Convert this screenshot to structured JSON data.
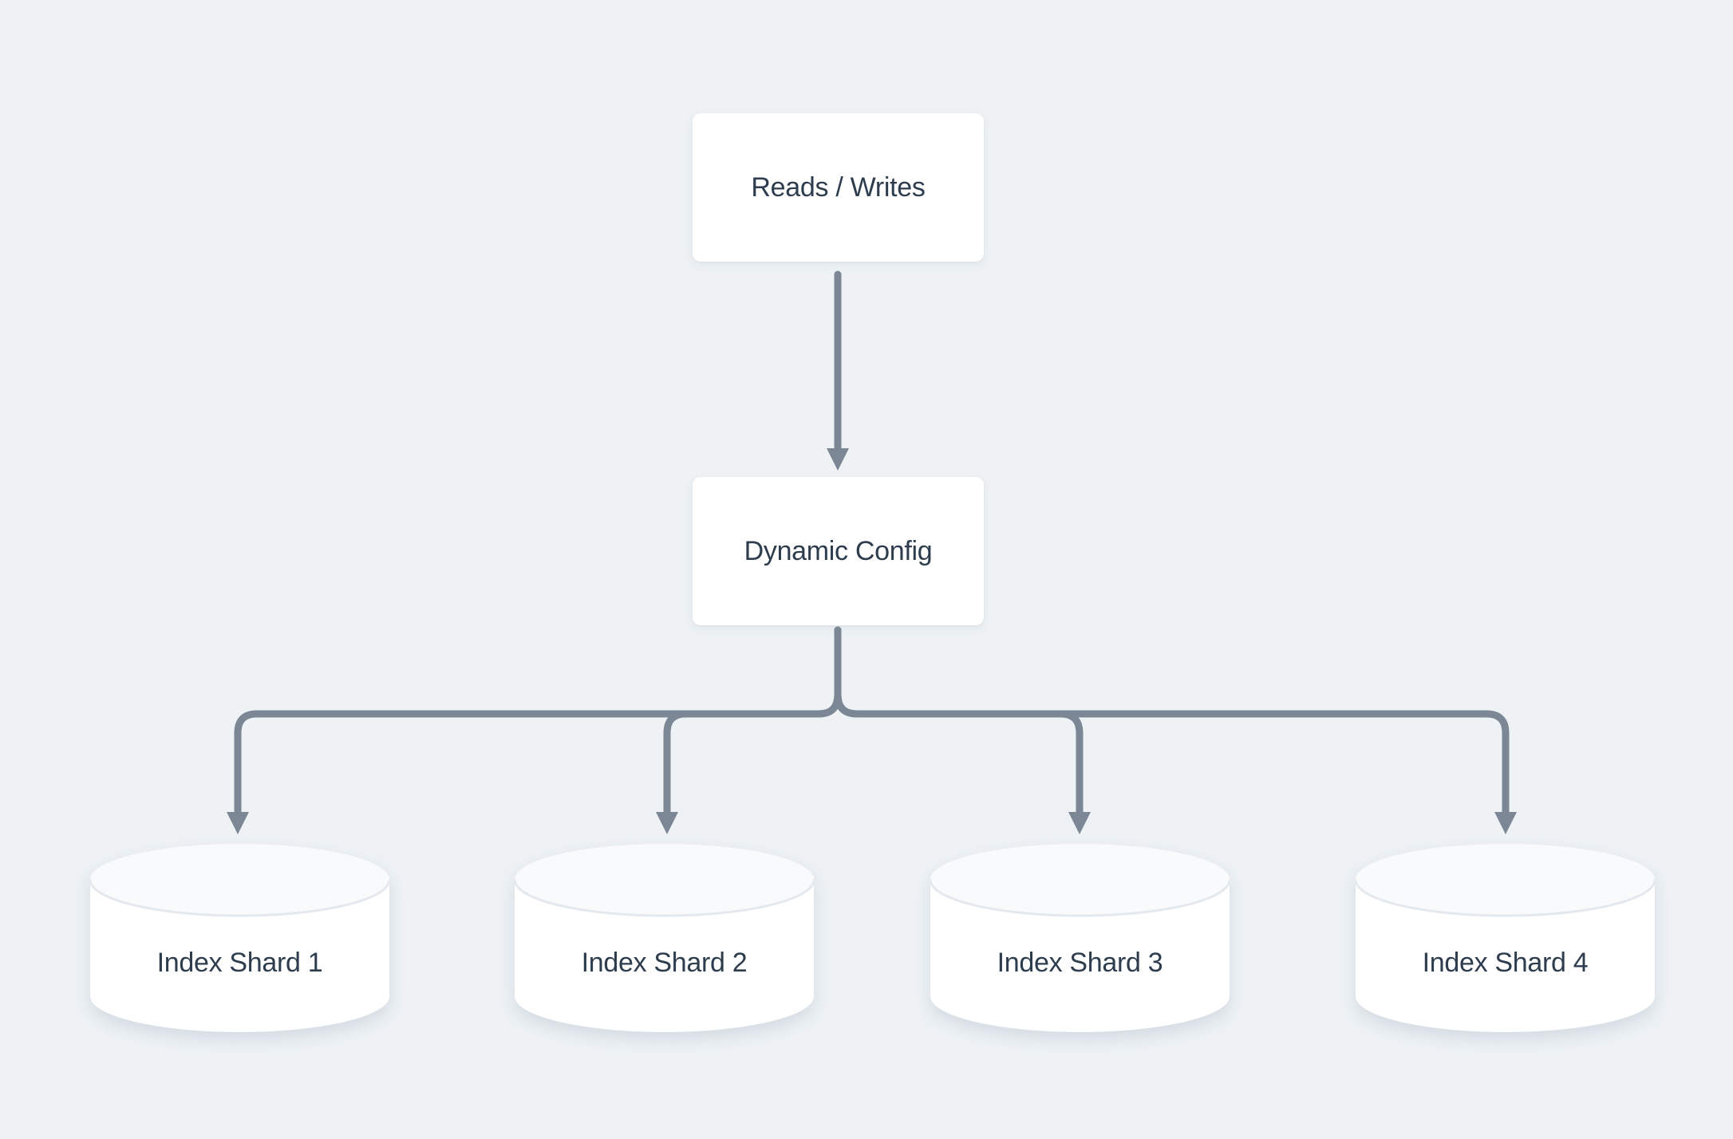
{
  "diagram": {
    "nodes": {
      "reads_writes": {
        "label": "Reads / Writes",
        "shape": "rectangle"
      },
      "dynamic_config": {
        "label": "Dynamic Config",
        "shape": "rectangle"
      },
      "shards": [
        {
          "label": "Index Shard 1",
          "shape": "cylinder"
        },
        {
          "label": "Index Shard 2",
          "shape": "cylinder"
        },
        {
          "label": "Index Shard 3",
          "shape": "cylinder"
        },
        {
          "label": "Index Shard 4",
          "shape": "cylinder"
        }
      ]
    },
    "edges": [
      {
        "from": "Reads / Writes",
        "to": "Dynamic Config"
      },
      {
        "from": "Dynamic Config",
        "to": "Index Shard 1"
      },
      {
        "from": "Dynamic Config",
        "to": "Index Shard 2"
      },
      {
        "from": "Dynamic Config",
        "to": "Index Shard 3"
      },
      {
        "from": "Dynamic Config",
        "to": "Index Shard 4"
      }
    ],
    "colors": {
      "background": "#eef2f5",
      "node_fill": "#ffffff",
      "node_text": "#2e3d4e",
      "connector": "#7b8794",
      "cylinder_top_fill": "#f8fafb",
      "cylinder_edge_line": "#e3e9ee"
    }
  }
}
